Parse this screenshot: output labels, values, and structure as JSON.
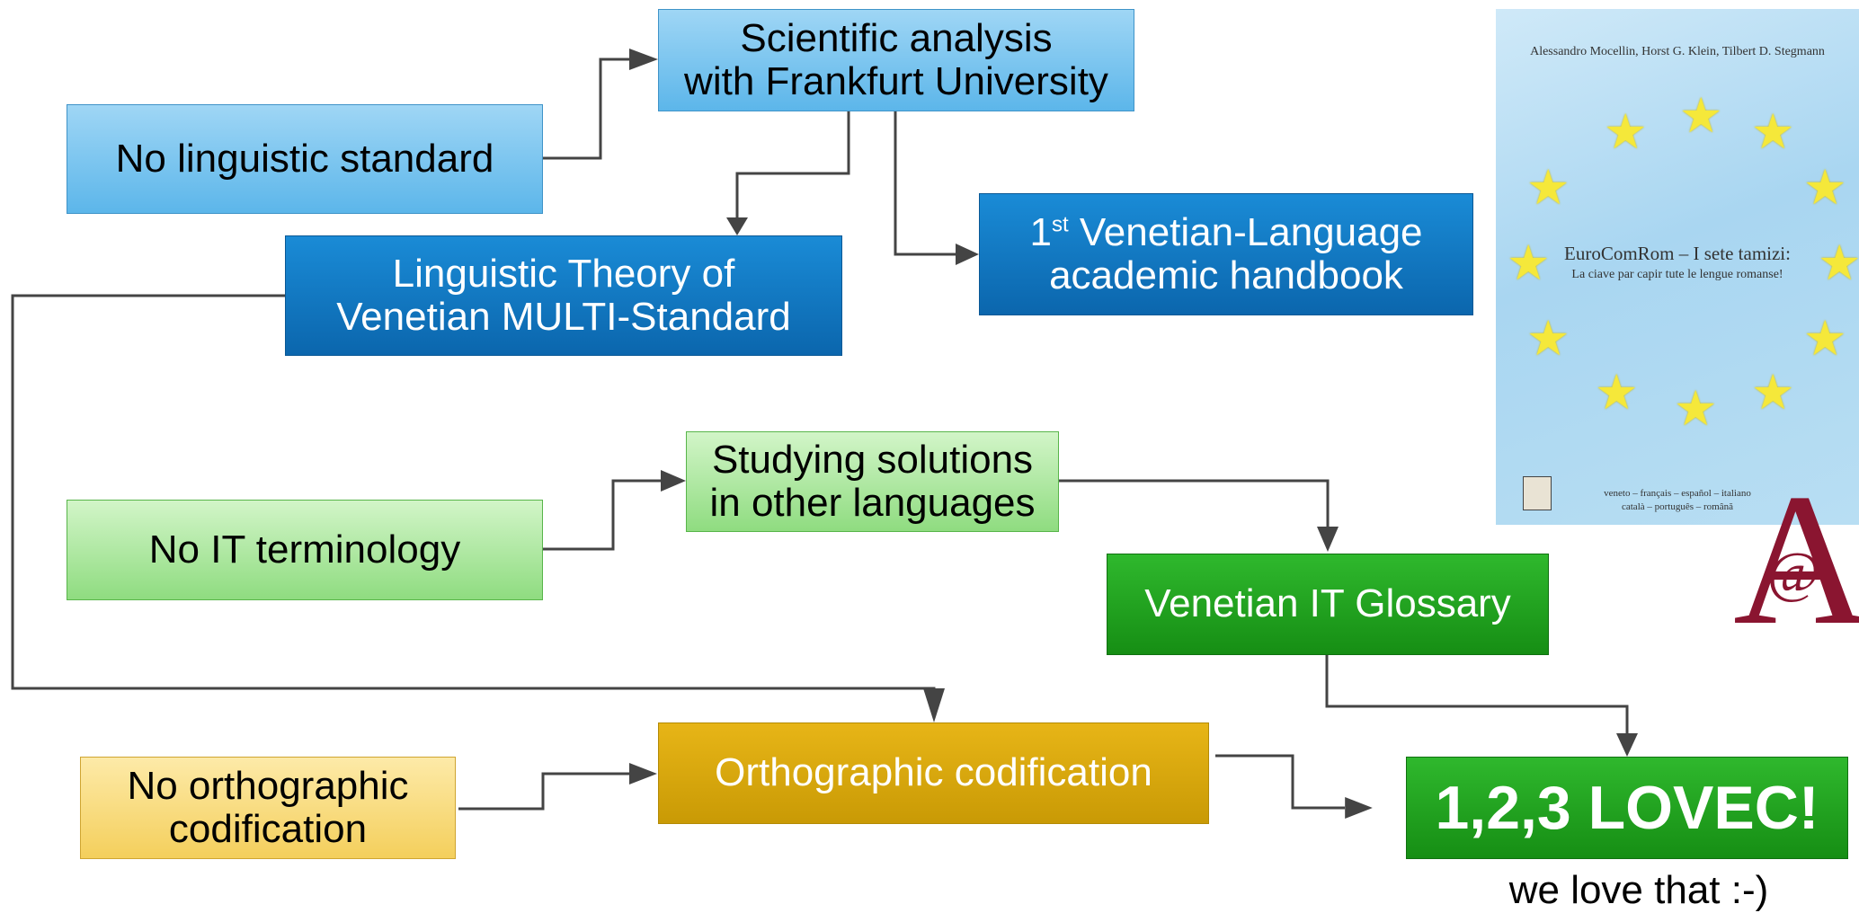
{
  "boxes": {
    "no_ling_std": {
      "lines": [
        "No linguistic standard"
      ],
      "color": "#5cb6ea"
    },
    "sci_analysis": {
      "lines": [
        "Scientific analysis",
        "with Frankfurt University"
      ],
      "color": "#5cb6ea"
    },
    "ling_theory": {
      "lines": [
        "Linguistic Theory of",
        "Venetian MULTI-Standard"
      ],
      "color": "#0b66ad"
    },
    "handbook": {
      "ordinal": "1",
      "ordinal_suffix": "st",
      "line1_rest": " Venetian-Language",
      "line2": "academic handbook",
      "color": "#0b66ad"
    },
    "no_it": {
      "lines": [
        "No IT terminology"
      ],
      "color": "#8fdc80"
    },
    "studying": {
      "lines": [
        "Studying solutions",
        "in other languages"
      ],
      "color": "#8fdc80"
    },
    "glossary": {
      "lines": [
        "Venetian IT Glossary"
      ],
      "color": "#168e14"
    },
    "no_ortho": {
      "lines": [
        "No orthographic",
        "codification"
      ],
      "color": "#f4cf5c"
    },
    "ortho": {
      "lines": [
        "Orthographic codification"
      ],
      "color": "#c99a05"
    },
    "lovec": {
      "lines": [
        "1,2,3 LOVEC!"
      ],
      "color": "#168e14"
    }
  },
  "caption": "we love that :-)",
  "book": {
    "authors": "Alessandro Mocellin, Horst G. Klein, Tilbert D. Stegmann",
    "title": "EuroComRom – I sete tamizi:",
    "subtitle": "La ciave par capir tute le lengue romanse!",
    "languages_line1": "veneto – français – español – italiano",
    "languages_line2": "català – português – română"
  },
  "logo": {
    "letter": "A",
    "symbol": "@"
  }
}
